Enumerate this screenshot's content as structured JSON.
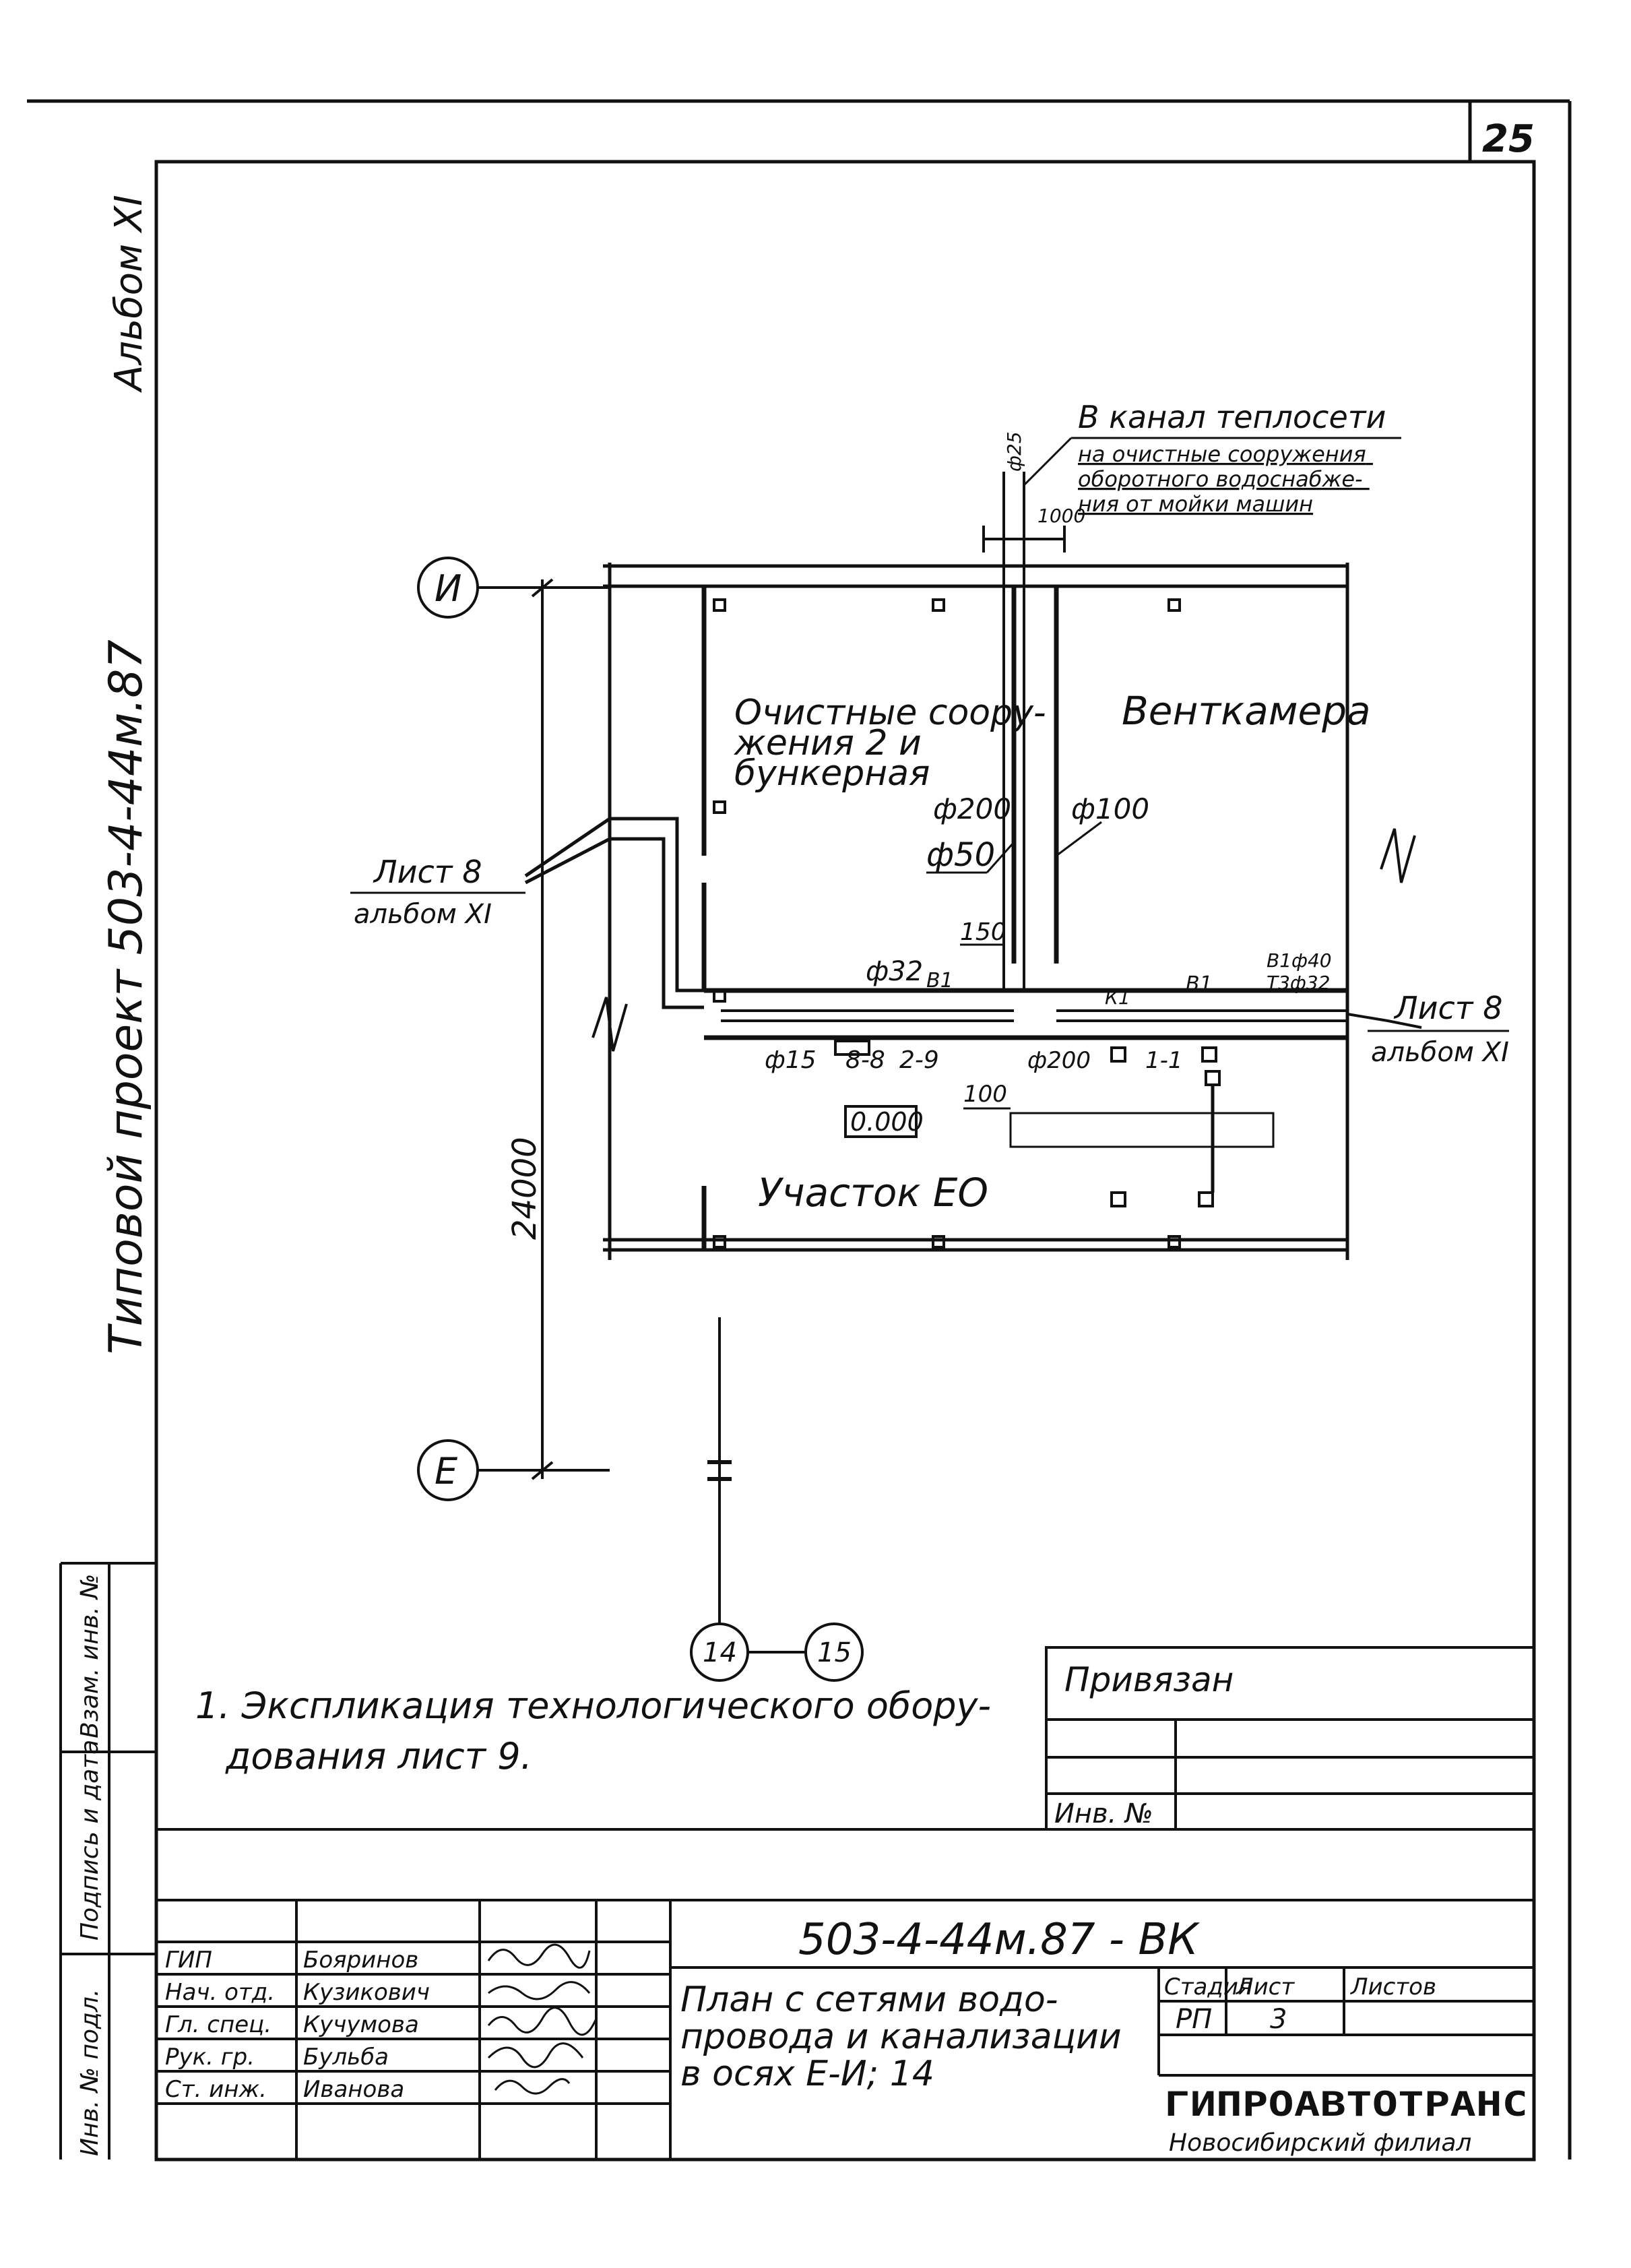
{
  "sheet": {
    "page_number": "25",
    "album": "Альбом XI",
    "project": "Типовой проект 503-4-44м.87"
  },
  "axes": {
    "I": "И",
    "E": "Е",
    "col14": "14",
    "col15": "15"
  },
  "rooms": {
    "treatment": [
      "Очистные соору-",
      "жения 2 и",
      "бункерная"
    ],
    "ventchamber": "Венткамера",
    "eo_area": "Участок ЕО"
  },
  "callouts": {
    "heating_channel": "В канал теплосети",
    "heating_note": [
      "на очистные сооружения",
      "оборотного водоснабже-",
      "ния от мойки машин"
    ],
    "sheet8_left": "Лист 8",
    "album_left": "альбом XI",
    "sheet8_right": "Лист 8",
    "album_right": "альбом XI"
  },
  "labels": {
    "d25": "ф25",
    "dim1000": "1000",
    "d200": "ф200",
    "d100": "ф100",
    "d50": "ф50",
    "d32": "ф32",
    "dim150": "150",
    "d15": "ф15",
    "sec88": "8-8",
    "sec29": "2-9",
    "d200b": "ф200",
    "sec11": "1-1",
    "dim100": "100",
    "level": "0.000",
    "k1_tag": "К1",
    "b1": "В1",
    "b1right": "В1",
    "pipe_note": [
      "В1ф40",
      "Т3ф32"
    ],
    "dim24000": "24000"
  },
  "note": [
    "1. Экспликация технологического обору-",
    "дования лист 9."
  ],
  "stamp": {
    "side_labels": [
      "Взам. инв. №",
      "Подпись и дата",
      "Инв. № подл."
    ],
    "privyazan": "Привязан",
    "inv_no": "Инв. №",
    "doc_code": "503-4-44м.87 - ВК",
    "title": [
      "План с сетями водо-",
      "провода и канализации",
      "в осях Е-И; 14"
    ],
    "col_stage": "Стадия",
    "col_sheet": "Лист",
    "col_sheets": "Листов",
    "stage": "РП",
    "sheet": "3",
    "org": "ГИПРОАВТОТРАНС",
    "branch": "Новосибирский филиал",
    "roles": [
      "ГИП",
      "Нач. отд.",
      "Гл. спец.",
      "Рук. гр.",
      "Ст. инж."
    ],
    "names": [
      "Бояринов",
      "Кузикович",
      "Кучумова",
      "Бульба",
      "Иванова"
    ]
  }
}
